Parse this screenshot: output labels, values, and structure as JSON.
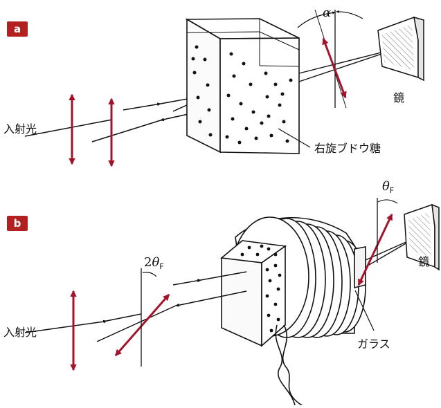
{
  "panel_a": {
    "badge": "a",
    "incident_label": "入射光",
    "mirror_label": "鏡",
    "medium_label": "右旋ブドウ糖",
    "angle_label": "α"
  },
  "panel_b": {
    "badge": "b",
    "incident_label": "入射光",
    "mirror_label": "鏡",
    "glass_label": "ガラス",
    "angle_double_prefix": "2",
    "angle_theta": "θ",
    "angle_sub": "F"
  },
  "colors": {
    "arrow": "#a3132a",
    "badge": "#b2211f",
    "line": "#111111"
  }
}
